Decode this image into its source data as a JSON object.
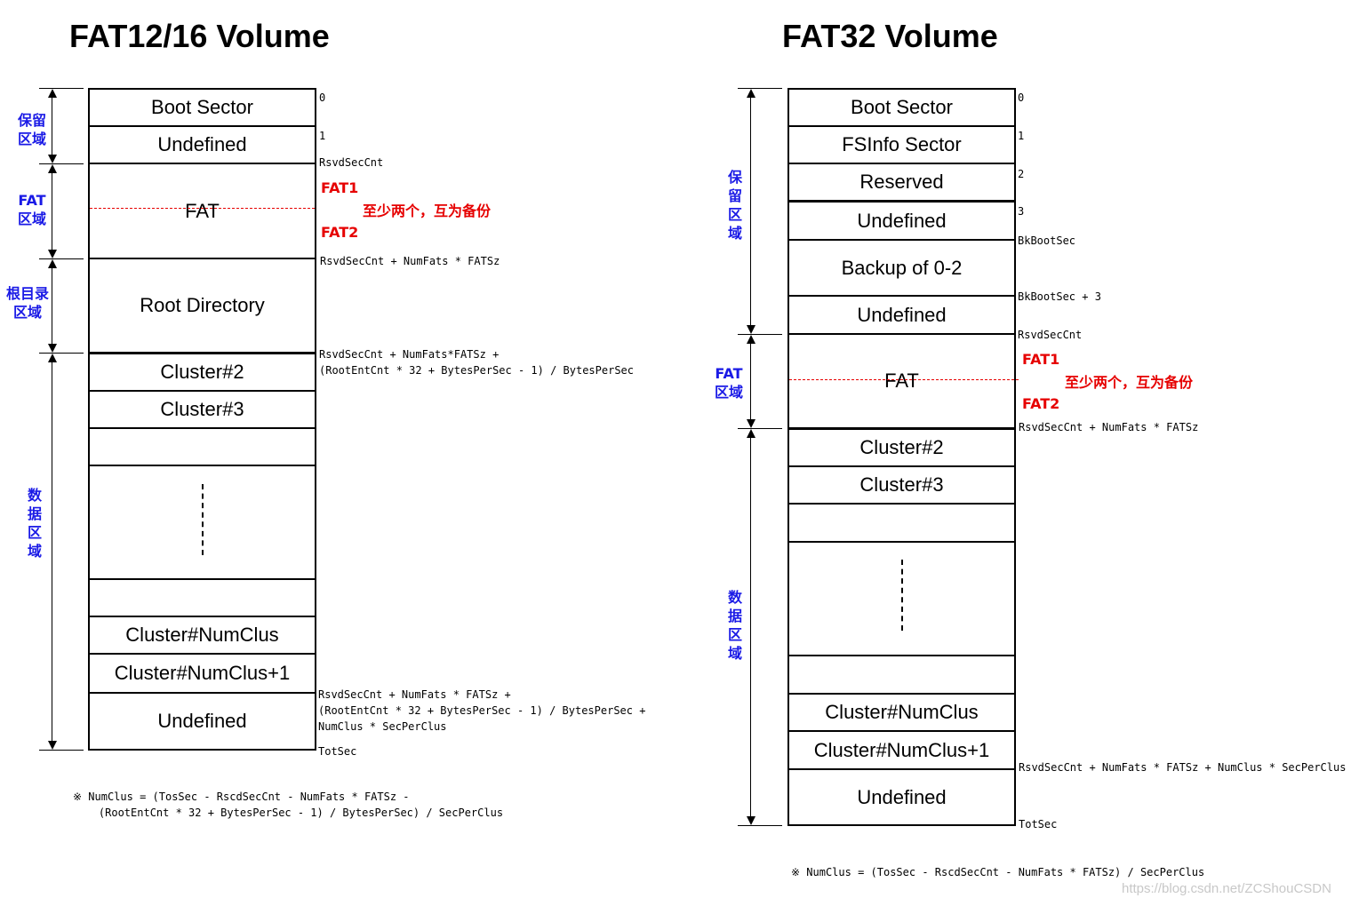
{
  "left": {
    "title": "FAT12/16 Volume",
    "boxes": {
      "boot": "Boot Sector",
      "undef1": "Undefined",
      "fat": "FAT",
      "root": "Root Directory",
      "c2": "Cluster#2",
      "c3": "Cluster#3",
      "cn": "Cluster#NumClus",
      "cn1": "Cluster#NumClus+1",
      "undef2": "Undefined"
    },
    "offsets": {
      "o0": "0",
      "o1": "1",
      "rsvd": "RsvdSecCnt",
      "fat_end": "RsvdSecCnt + NumFats * FATSz",
      "root_end": "RsvdSecCnt + NumFats*FATSz +\n(RootEntCnt * 32 + BytesPerSec - 1) / BytesPerSec",
      "data_end": "RsvdSecCnt + NumFats * FATSz +\n(RootEntCnt * 32 + BytesPerSec - 1) / BytesPerSec +\nNumClus * SecPerClus",
      "tot": "TotSec"
    },
    "fat1": "FAT1",
    "fat2": "FAT2",
    "fat_note": "至少两个，互为备份",
    "regions": {
      "reserved": "保留\n区域",
      "fat": "FAT\n区域",
      "root": "根目录\n区域",
      "data": "数\n据\n区\n域"
    },
    "footnote": "※ NumClus = (TosSec - RscdSecCnt - NumFats * FATSz -\n    (RootEntCnt * 32 + BytesPerSec - 1) / BytesPerSec) / SecPerClus"
  },
  "right": {
    "title": "FAT32 Volume",
    "boxes": {
      "boot": "Boot Sector",
      "fsinfo": "FSInfo Sector",
      "reserved": "Reserved",
      "undef1": "Undefined",
      "backup": "Backup of 0-2",
      "undef2": "Undefined",
      "fat": "FAT",
      "c2": "Cluster#2",
      "c3": "Cluster#3",
      "cn": "Cluster#NumClus",
      "cn1": "Cluster#NumClus+1",
      "undef3": "Undefined"
    },
    "offsets": {
      "o0": "0",
      "o1": "1",
      "o2": "2",
      "o3": "3",
      "bk": "BkBootSec",
      "bk3": "BkBootSec + 3",
      "rsvd": "RsvdSecCnt",
      "fat_end": "RsvdSecCnt + NumFats * FATSz",
      "data_end": "RsvdSecCnt + NumFats * FATSz + NumClus * SecPerClus",
      "tot": "TotSec"
    },
    "fat1": "FAT1",
    "fat2": "FAT2",
    "fat_note": "至少两个，互为备份",
    "regions": {
      "reserved": "保\n留\n区\n域",
      "fat": "FAT\n区域",
      "data": "数\n据\n区\n域"
    },
    "footnote": "※ NumClus = (TosSec - RscdSecCnt - NumFats * FATSz) / SecPerClus"
  },
  "watermark": "https://blog.csdn.net/ZCShouCSDN"
}
